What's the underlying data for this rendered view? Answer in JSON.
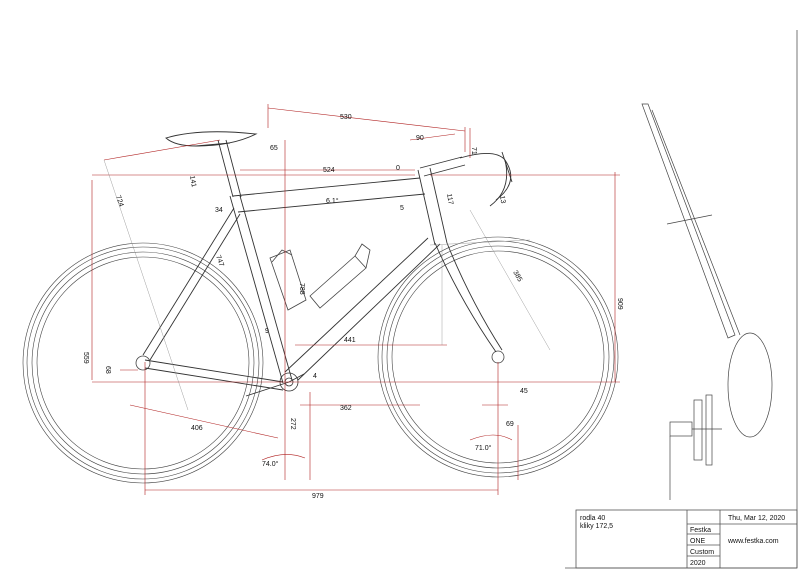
{
  "dimensions": {
    "d530": "530",
    "d90": "90",
    "d71": "71",
    "d65": "65",
    "d0": "0",
    "d524": "524",
    "d141": "141",
    "d724": "724",
    "d34": "34",
    "d61": "6.1°",
    "d5": "5",
    "d117": "117",
    "d13": "13",
    "d747": "747",
    "d788": "788",
    "d385": "385",
    "d909": "909",
    "d9": "9",
    "d441": "441",
    "d559": "559",
    "d68": "68",
    "d4": "4",
    "d362": "362",
    "d406": "406",
    "d272": "272",
    "d45": "45",
    "d69": "69",
    "d710": "71.0°",
    "d740": "74.0°",
    "d979": "979"
  },
  "notes": {
    "line1": "rodla 40",
    "line2": "kliky 172,5"
  },
  "title_block": {
    "date": "Thu, Mar 12, 2020",
    "brand": "Festka",
    "model": "ONE",
    "custom": "Custom",
    "year": "2020",
    "website": "www.festka.com"
  },
  "colors": {
    "frame": "#3a3a3a",
    "dimension": "#b02020",
    "background": "#ffffff"
  }
}
